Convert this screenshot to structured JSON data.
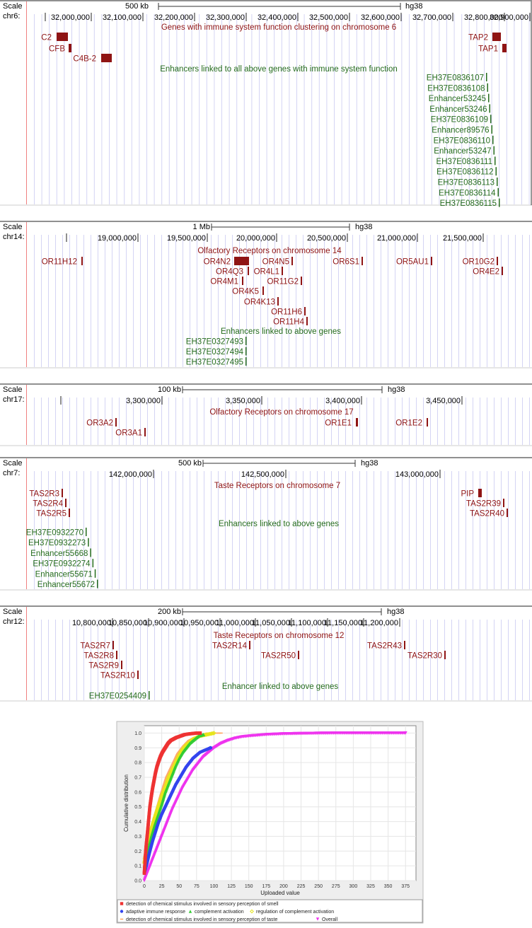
{
  "panels": [
    {
      "id": "chr6",
      "scale_label": "Scale",
      "chrom_label": "chr6:",
      "scale_bar": "500 kb",
      "assembly": "hg38",
      "ticks": [
        "32,000,000",
        "32,100,000",
        "32,200,000",
        "32,300,000",
        "32,400,000",
        "32,500,000",
        "32,600,000",
        "32,700,000",
        "32,800,000",
        "32,900,000"
      ],
      "gene_title": "Genes with immune system function clustering on chromosome 6",
      "genes": [
        "C2",
        "CFB",
        "C4B-2",
        "TAP2",
        "TAP1"
      ],
      "enhancer_title": "Enhancers linked to all above genes with immune system function",
      "enhancers": [
        "EH37E0836107",
        "EH37E0836108",
        "Enhancer53245",
        "Enhancer53246",
        "EH37E0836109",
        "Enhancer89576",
        "EH37E0836110",
        "Enhancer53247",
        "EH37E0836111",
        "EH37E0836112",
        "EH37E0836113",
        "EH37E0836114",
        "EH37E0836115"
      ]
    },
    {
      "id": "chr14",
      "scale_label": "Scale",
      "chrom_label": "chr14:",
      "scale_bar": "1 Mb",
      "assembly": "hg38",
      "ticks": [
        "19,000,000",
        "19,500,000",
        "20,000,000",
        "20,500,000",
        "21,000,000",
        "21,500,000"
      ],
      "gene_title": "Olfactory Receptors on chromosome 14",
      "genes": [
        "OR11H12",
        "OR4N2",
        "OR4N5",
        "OR6S1",
        "OR5AU1",
        "OR10G2",
        "OR4Q3",
        "OR4L1",
        "OR4E2",
        "OR4M1",
        "OR11G2",
        "OR4K5",
        "OR4K13",
        "OR11H6",
        "OR11H4"
      ],
      "enhancer_title": "Enhancers linked to above genes",
      "enhancers": [
        "EH37E0327493",
        "EH37E0327494",
        "EH37E0327495"
      ]
    },
    {
      "id": "chr17",
      "scale_label": "Scale",
      "chrom_label": "chr17:",
      "scale_bar": "100 kb",
      "assembly": "hg38",
      "ticks": [
        "3,300,000",
        "3,350,000",
        "3,400,000",
        "3,450,000"
      ],
      "gene_title": "Olfactory Receptors on chromosome 17",
      "genes": [
        "OR3A2",
        "OR3A1",
        "OR1E1",
        "OR1E2"
      ]
    },
    {
      "id": "chr7",
      "scale_label": "Scale",
      "chrom_label": "chr7:",
      "scale_bar": "500 kb",
      "assembly": "hg38",
      "ticks": [
        "142,000,000",
        "142,500,000",
        "143,000,000"
      ],
      "gene_title": "Taste Receptors on chromosome 7",
      "genes": [
        "TAS2R3",
        "TAS2R4",
        "TAS2R5",
        "PIP",
        "TAS2R39",
        "TAS2R40"
      ],
      "enhancer_title": "Enhancers linked to above genes",
      "enhancers": [
        "EH37E0932270",
        "EH37E0932273",
        "Enhancer55668",
        "EH37E0932274",
        "Enhancer55671",
        "Enhancer55672"
      ]
    },
    {
      "id": "chr12",
      "scale_label": "Scale",
      "chrom_label": "chr12:",
      "scale_bar": "200 kb",
      "assembly": "hg38",
      "ticks": [
        "10,800,000",
        "10,850,000",
        "10,900,000",
        "10,950,000",
        "11,000,000",
        "11,050,000",
        "11,100,000",
        "11,150,000",
        "11,200,000"
      ],
      "gene_title": "Taste Receptors on chromosome 12",
      "genes": [
        "TAS2R7",
        "TAS2R14",
        "TAS2R43",
        "TAS2R8",
        "TAS2R50",
        "TAS2R30",
        "TAS2R9",
        "TAS2R10"
      ],
      "enhancer_title": "Enhancer linked to above genes",
      "enhancers": [
        "EH37E0254409"
      ]
    }
  ],
  "chart_data": {
    "type": "scatter",
    "xlabel": "Uploaded value",
    "ylabel": "Cumulative distribution",
    "xlim": [
      0,
      390
    ],
    "ylim": [
      0,
      1.05
    ],
    "xticks": [
      0,
      25,
      50,
      75,
      100,
      125,
      150,
      175,
      200,
      225,
      250,
      275,
      300,
      325,
      350,
      375
    ],
    "yticks": [
      0,
      0.1,
      0.2,
      0.3,
      0.4,
      0.5,
      0.6,
      0.7,
      0.8,
      0.9,
      1.0
    ],
    "grid": true,
    "legend_position": "bottom",
    "series": [
      {
        "name": "detection of chemical stimulus involved in sensory perception of smell",
        "color": "#ee3333",
        "marker": "square",
        "points": [
          [
            0,
            0.05
          ],
          [
            2,
            0.2
          ],
          [
            4,
            0.3
          ],
          [
            6,
            0.4
          ],
          [
            8,
            0.5
          ],
          [
            10,
            0.57
          ],
          [
            12,
            0.63
          ],
          [
            14,
            0.68
          ],
          [
            16,
            0.73
          ],
          [
            18,
            0.77
          ],
          [
            20,
            0.8
          ],
          [
            23,
            0.84
          ],
          [
            26,
            0.87
          ],
          [
            30,
            0.9
          ],
          [
            34,
            0.93
          ],
          [
            38,
            0.95
          ],
          [
            42,
            0.96
          ],
          [
            46,
            0.97
          ],
          [
            52,
            0.98
          ],
          [
            58,
            0.99
          ],
          [
            65,
            0.995
          ],
          [
            75,
            1.0
          ],
          [
            80,
            1.0
          ]
        ]
      },
      {
        "name": "adaptive immune response",
        "color": "#3344ee",
        "marker": "circle",
        "points": [
          [
            0,
            0.05
          ],
          [
            4,
            0.12
          ],
          [
            8,
            0.2
          ],
          [
            12,
            0.27
          ],
          [
            16,
            0.33
          ],
          [
            20,
            0.39
          ],
          [
            25,
            0.45
          ],
          [
            30,
            0.5
          ],
          [
            35,
            0.55
          ],
          [
            40,
            0.6
          ],
          [
            45,
            0.65
          ],
          [
            50,
            0.69
          ],
          [
            55,
            0.73
          ],
          [
            60,
            0.77
          ],
          [
            65,
            0.8
          ],
          [
            70,
            0.83
          ],
          [
            75,
            0.85
          ],
          [
            80,
            0.87
          ],
          [
            85,
            0.88
          ],
          [
            90,
            0.89
          ],
          [
            95,
            0.9
          ]
        ]
      },
      {
        "name": "complement activation",
        "color": "#33cc33",
        "marker": "triangle",
        "points": [
          [
            0,
            0.1
          ],
          [
            5,
            0.2
          ],
          [
            10,
            0.3
          ],
          [
            15,
            0.38
          ],
          [
            20,
            0.45
          ],
          [
            25,
            0.52
          ],
          [
            30,
            0.6
          ],
          [
            35,
            0.66
          ],
          [
            40,
            0.72
          ],
          [
            45,
            0.78
          ],
          [
            50,
            0.83
          ],
          [
            55,
            0.87
          ],
          [
            60,
            0.9
          ],
          [
            65,
            0.93
          ],
          [
            70,
            0.95
          ],
          [
            78,
            0.98
          ],
          [
            85,
            0.99
          ]
        ]
      },
      {
        "name": "regulation of complement activation",
        "color": "#e6e61a",
        "marker": "diamond",
        "points": [
          [
            0,
            0.12
          ],
          [
            5,
            0.25
          ],
          [
            10,
            0.35
          ],
          [
            15,
            0.43
          ],
          [
            20,
            0.5
          ],
          [
            25,
            0.57
          ],
          [
            30,
            0.63
          ],
          [
            35,
            0.7
          ],
          [
            40,
            0.75
          ],
          [
            45,
            0.8
          ],
          [
            50,
            0.85
          ],
          [
            55,
            0.89
          ],
          [
            60,
            0.92
          ],
          [
            70,
            0.96
          ],
          [
            80,
            0.98
          ],
          [
            90,
            0.99
          ],
          [
            100,
            1.0
          ]
        ]
      },
      {
        "name": "detection of chemical stimulus involved in sensory perception of taste",
        "color": "#ffaa66",
        "marker": "dash",
        "points": [
          [
            0,
            0.15
          ],
          [
            8,
            0.3
          ],
          [
            16,
            0.45
          ],
          [
            24,
            0.58
          ],
          [
            32,
            0.7
          ],
          [
            40,
            0.78
          ],
          [
            48,
            0.86
          ],
          [
            56,
            0.91
          ],
          [
            64,
            0.95
          ],
          [
            72,
            0.97
          ],
          [
            80,
            0.98
          ],
          [
            90,
            1.0
          ],
          [
            100,
            1.0
          ],
          [
            110,
            1.0
          ]
        ]
      },
      {
        "name": "Overall",
        "color": "#ee33ee",
        "marker": "triangle-down",
        "points": [
          [
            0,
            0.0
          ],
          [
            5,
            0.06
          ],
          [
            10,
            0.12
          ],
          [
            15,
            0.18
          ],
          [
            20,
            0.24
          ],
          [
            25,
            0.3
          ],
          [
            30,
            0.36
          ],
          [
            35,
            0.42
          ],
          [
            40,
            0.48
          ],
          [
            45,
            0.53
          ],
          [
            50,
            0.58
          ],
          [
            55,
            0.63
          ],
          [
            60,
            0.67
          ],
          [
            65,
            0.71
          ],
          [
            70,
            0.75
          ],
          [
            75,
            0.78
          ],
          [
            80,
            0.81
          ],
          [
            85,
            0.84
          ],
          [
            90,
            0.86
          ],
          [
            95,
            0.88
          ],
          [
            100,
            0.9
          ],
          [
            110,
            0.93
          ],
          [
            120,
            0.95
          ],
          [
            130,
            0.965
          ],
          [
            140,
            0.975
          ],
          [
            150,
            0.98
          ],
          [
            175,
            0.99
          ],
          [
            200,
            0.995
          ],
          [
            225,
            0.997
          ],
          [
            250,
            0.999
          ],
          [
            275,
            1.0
          ],
          [
            300,
            1.0
          ],
          [
            325,
            1.0
          ],
          [
            350,
            1.0
          ],
          [
            375,
            1.0
          ]
        ]
      }
    ]
  }
}
